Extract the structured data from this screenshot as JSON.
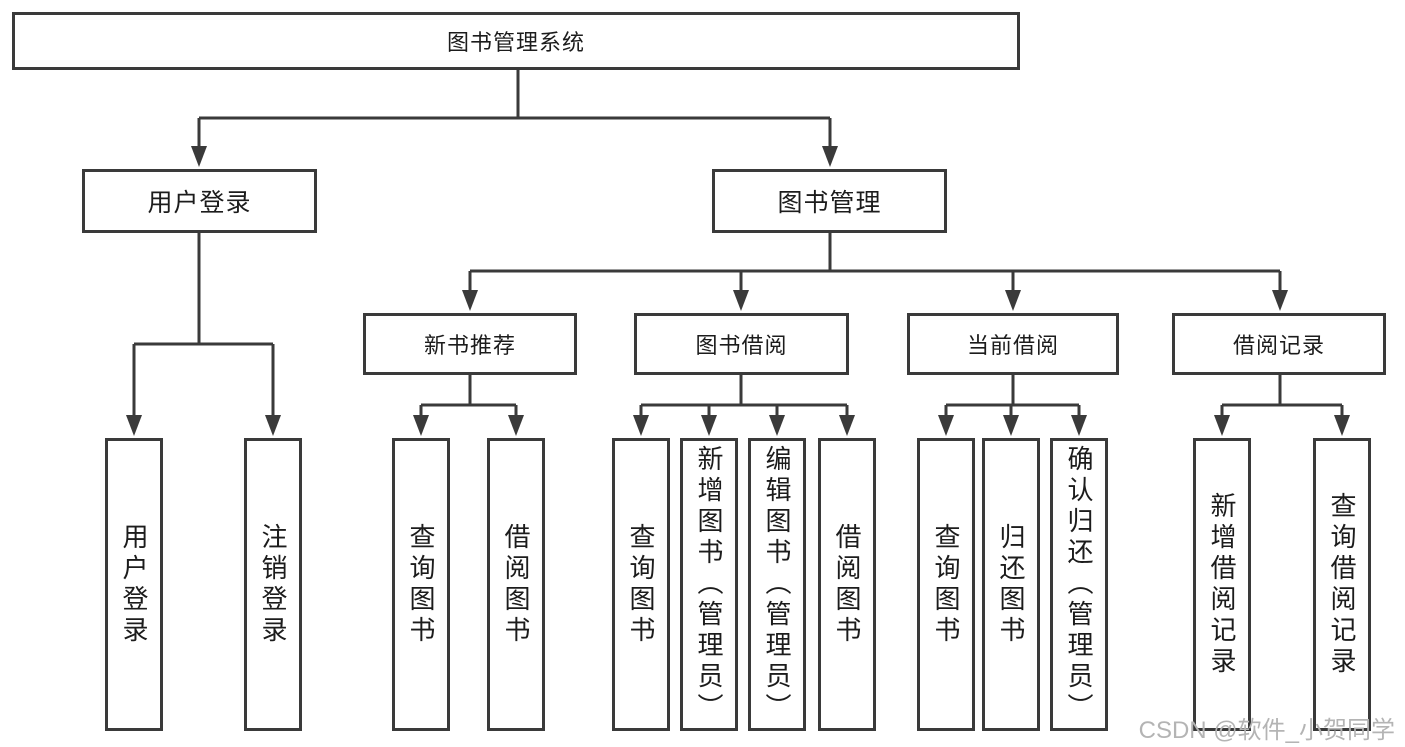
{
  "diagram": {
    "title": "图书管理系统",
    "level2": [
      {
        "label": "用户登录",
        "leaves": [
          "用户登录",
          "注销登录"
        ]
      },
      {
        "label": "图书管理",
        "sections": [
          {
            "label": "新书推荐",
            "leaves": [
              "查询图书",
              "借阅图书"
            ]
          },
          {
            "label": "图书借阅",
            "leaves": [
              "查询图书",
              "新增图书（管理员）",
              "编辑图书（管理员）",
              "借阅图书"
            ]
          },
          {
            "label": "当前借阅",
            "leaves": [
              "查询图书",
              "归还图书",
              "确认归还（管理员）"
            ]
          },
          {
            "label": "借阅记录",
            "leaves": [
              "新增借阅记录",
              "查询借阅记录"
            ]
          }
        ]
      }
    ]
  },
  "watermark": "CSDN @软件_小贺同学",
  "colors": {
    "line": "#3a3a3a",
    "text": "#1c1c1c",
    "watermark": "#b4b4b4",
    "background": "#ffffff"
  }
}
